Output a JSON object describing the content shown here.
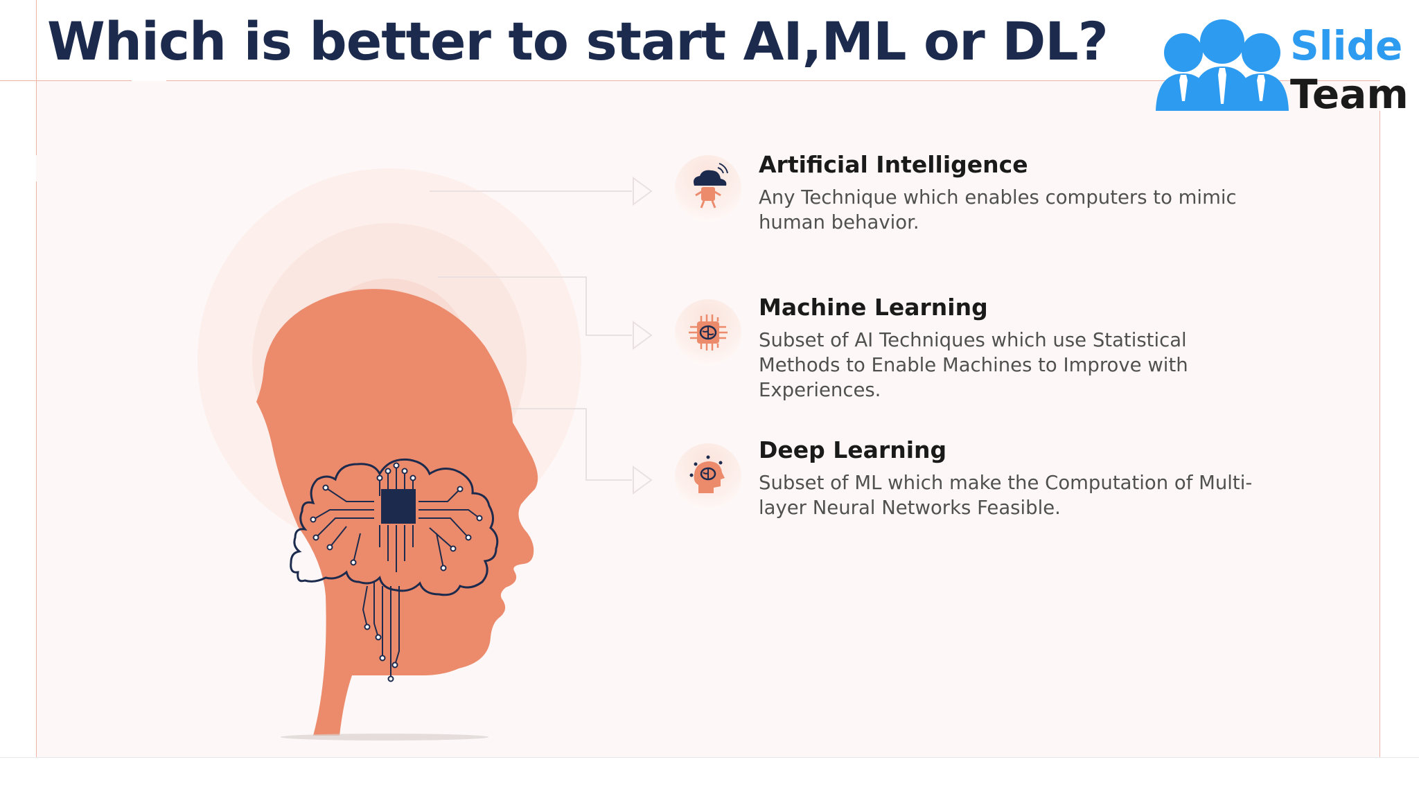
{
  "slide": {
    "title": "Which is better to start AI,ML or DL?",
    "logo": {
      "word1": "Slide",
      "word2": "Team",
      "brand_color": "#2d9bf0"
    },
    "accent_color": "#ec8a6c",
    "dark_color": "#1c2b4d",
    "items": [
      {
        "title": "Artificial Intelligence",
        "description": "Any Technique which enables computers to mimic human behavior.",
        "icon": "cloud-robot-icon"
      },
      {
        "title": "Machine Learning",
        "description": "Subset of AI Techniques which use Statistical Methods to Enable Machines to Improve with Experiences.",
        "icon": "brain-chip-icon"
      },
      {
        "title": "Deep Learning",
        "description": "Subset of ML which make the Computation of Multi-layer Neural Networks Feasible.",
        "icon": "head-brain-icon"
      }
    ]
  }
}
